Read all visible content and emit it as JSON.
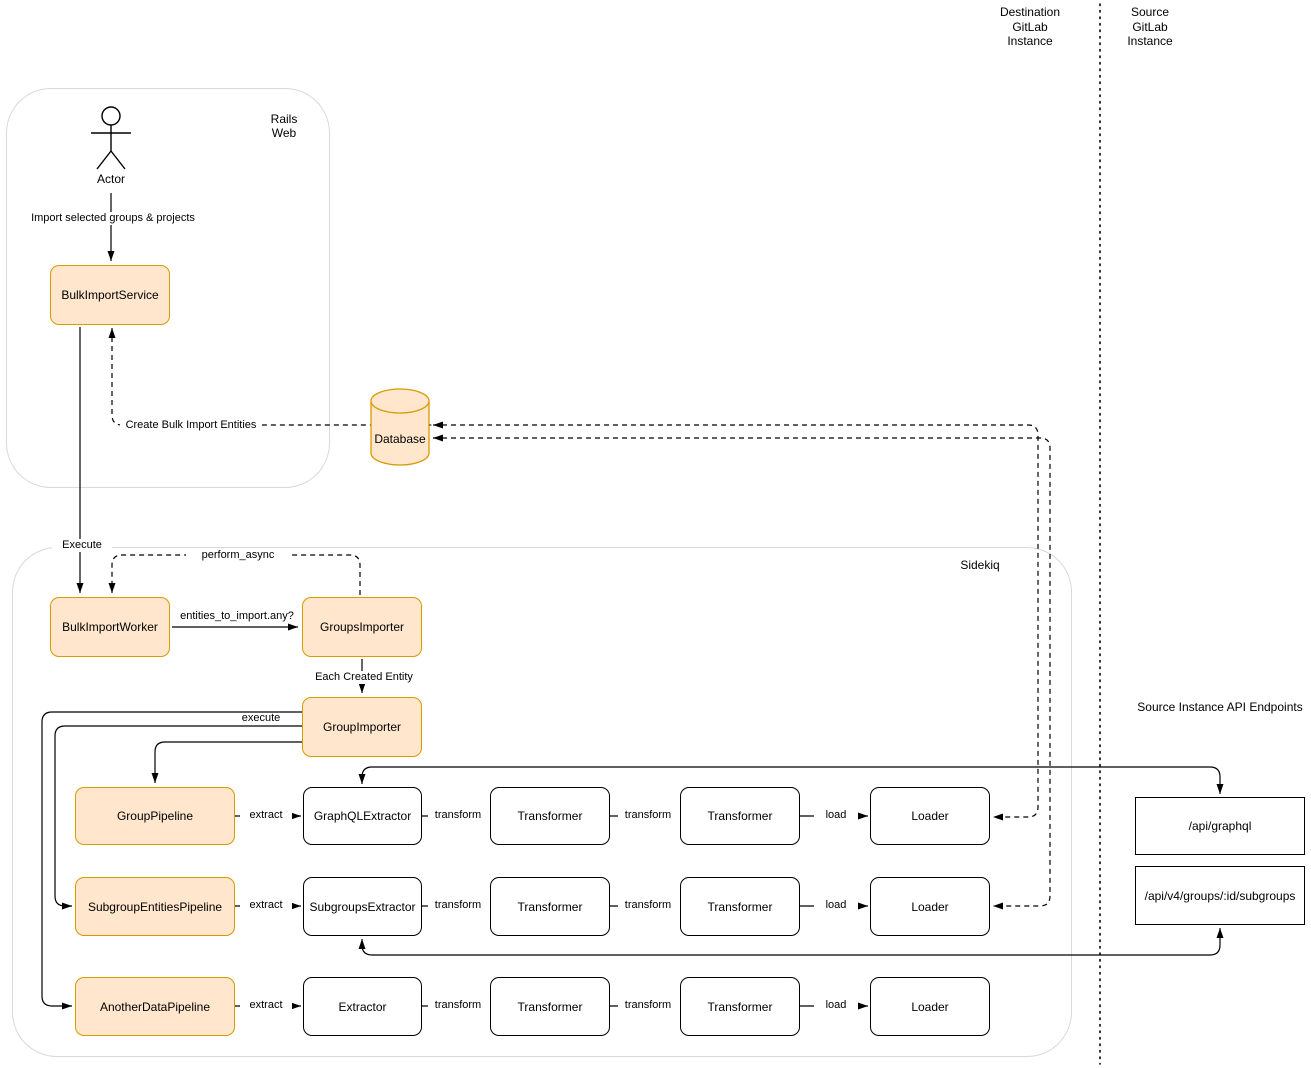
{
  "colors": {
    "node_fill": "#ffe6cc",
    "node_stroke": "#d79b00",
    "line": "#000000",
    "container_stroke": "#d9d9d9"
  },
  "headers": {
    "destination_lines": [
      "Destination",
      "GitLab",
      "Instance"
    ],
    "source_lines": [
      "Source",
      "GitLab",
      "Instance"
    ],
    "api_title": "Source Instance API Endpoints"
  },
  "containers": {
    "rails_lines": [
      "Rails",
      "Web"
    ],
    "sidekiq": "Sidekiq"
  },
  "actor": {
    "label": "Actor"
  },
  "nodes": {
    "bulk_import_service": "BulkImportService",
    "database": "Database",
    "bulk_import_worker": "BulkImportWorker",
    "groups_importer": "GroupsImporter",
    "group_importer": "GroupImporter"
  },
  "edge_labels": {
    "import_selected": "Import selected groups & projects",
    "create_entities": "Create Bulk Import Entities",
    "execute": "Execute",
    "perform_async": "perform_async",
    "entities_check": "entities_to_import.any?",
    "each_created_entity": "Each Created Entity",
    "execute_pipeline": "execute",
    "extract": "extract",
    "transform": "transform",
    "load": "load"
  },
  "rows": [
    {
      "pipeline": "GroupPipeline",
      "extractor": "GraphQLExtractor",
      "transformer1": "Transformer",
      "transformer2": "Transformer",
      "loader": "Loader"
    },
    {
      "pipeline": "SubgroupEntitiesPipeline",
      "extractor": "SubgroupsExtractor",
      "transformer1": "Transformer",
      "transformer2": "Transformer",
      "loader": "Loader"
    },
    {
      "pipeline": "AnotherDataPipeline",
      "extractor": "Extractor",
      "transformer1": "Transformer",
      "transformer2": "Transformer",
      "loader": "Loader"
    }
  ],
  "endpoints": {
    "graphql": "/api/graphql",
    "subgroups": "/api/v4/groups/:id/subgroups"
  }
}
